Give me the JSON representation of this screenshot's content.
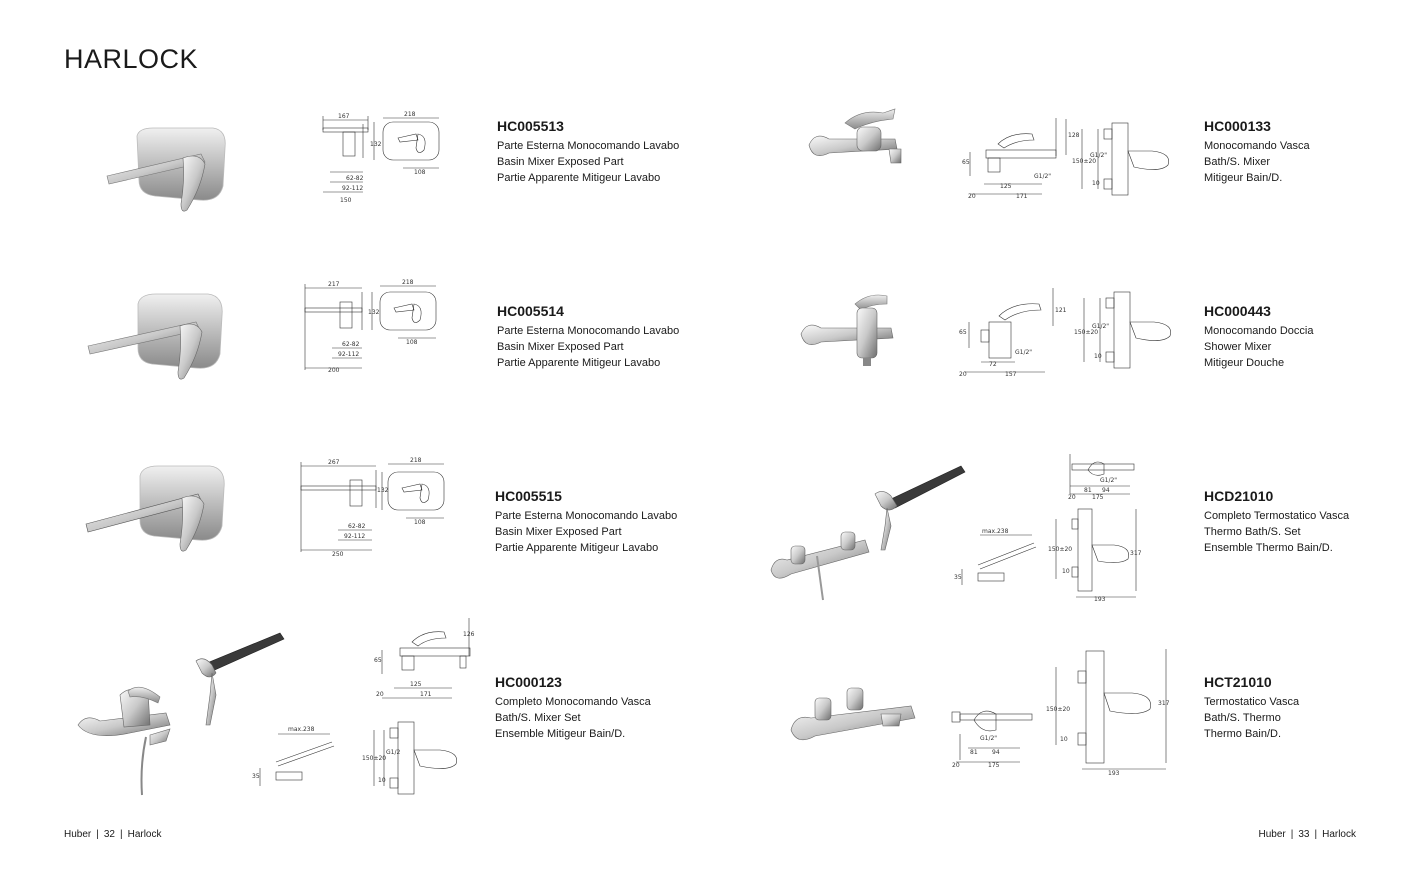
{
  "title": "HARLOCK",
  "left_products": [
    {
      "code": "HC005513",
      "lines": [
        "Parte Esterna Monocomando Lavabo",
        "Basin Mixer Exposed Part",
        "Partie Apparente Mitigeur Lavabo"
      ],
      "dims": [
        "167",
        "218",
        "132",
        "108",
        "62-82",
        "92-112",
        "150"
      ]
    },
    {
      "code": "HC005514",
      "lines": [
        "Parte Esterna Monocomando Lavabo",
        "Basin Mixer Exposed Part",
        "Partie Apparente Mitigeur Lavabo"
      ],
      "dims": [
        "217",
        "218",
        "132",
        "108",
        "62-82",
        "92-112",
        "200"
      ]
    },
    {
      "code": "HC005515",
      "lines": [
        "Parte Esterna Monocomando Lavabo",
        "Basin Mixer Exposed Part",
        "Partie Apparente Mitigeur Lavabo"
      ],
      "dims": [
        "267",
        "218",
        "132",
        "108",
        "62-82",
        "92-112",
        "250"
      ]
    },
    {
      "code": "HC000123",
      "lines": [
        "Completo Monocomando Vasca",
        "Bath/S. Mixer Set",
        "Ensemble Mitigeur Bain/D."
      ],
      "dims": [
        "126",
        "65",
        "125",
        "171",
        "20",
        "max.238",
        "35",
        "150±20",
        "G1/2",
        "10"
      ]
    }
  ],
  "right_products": [
    {
      "code": "HC000133",
      "lines": [
        "Monocomando Vasca",
        "Bath/S. Mixer",
        "Mitigeur Bain/D."
      ],
      "dims": [
        "65",
        "G1/2\"",
        "125",
        "171",
        "20",
        "128",
        "150±20",
        "G1/2\"",
        "10"
      ]
    },
    {
      "code": "HC000443",
      "lines": [
        "Monocomando Doccia",
        "Shower Mixer",
        "Mitigeur Douche"
      ],
      "dims": [
        "65",
        "G1/2\"",
        "72",
        "157",
        "20",
        "121",
        "150±20",
        "G1/2\"",
        "10"
      ]
    },
    {
      "code": "HCD21010",
      "lines": [
        "Completo Termostatico Vasca",
        "Thermo Bath/S. Set",
        "Ensemble Thermo Bain/D."
      ],
      "dims": [
        "G1/2\"",
        "81",
        "94",
        "175",
        "20",
        "max.238",
        "35",
        "150±20",
        "10",
        "317",
        "193"
      ]
    },
    {
      "code": "HCT21010",
      "lines": [
        "Termostatico Vasca",
        "Bath/S. Thermo",
        "Thermo Bain/D."
      ],
      "dims": [
        "G1/2\"",
        "81",
        "94",
        "175",
        "20",
        "150±20",
        "10",
        "317",
        "193"
      ]
    }
  ],
  "footer_left": {
    "brand": "Huber",
    "page": "32",
    "collection": "Harlock"
  },
  "footer_right": {
    "brand": "Huber",
    "page": "33",
    "collection": "Harlock"
  }
}
